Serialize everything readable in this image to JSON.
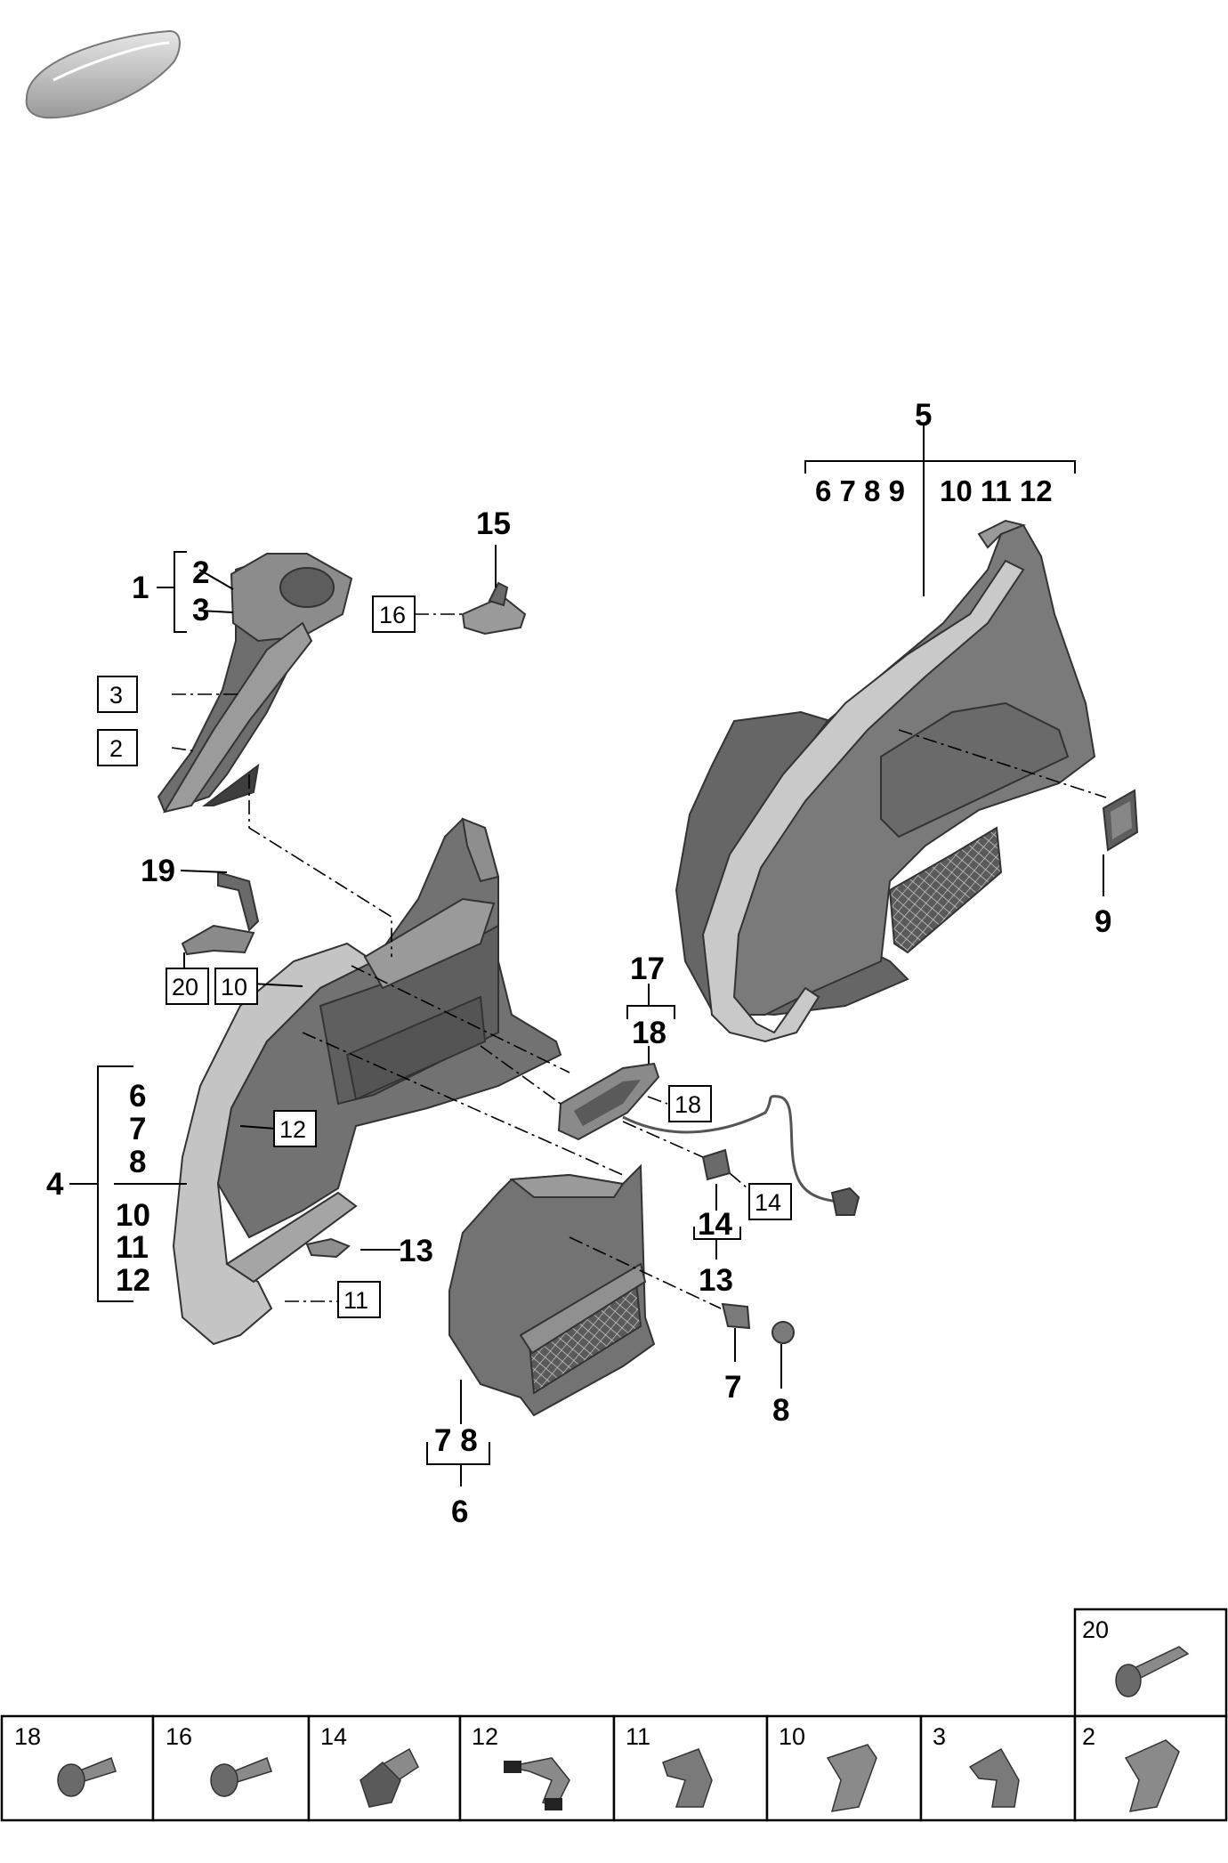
{
  "callouts": {
    "c1": "1",
    "c2": "2",
    "c3": "3",
    "b3": "3",
    "b2": "2",
    "c15": "15",
    "b16": "16",
    "c19": "19",
    "b20": "20",
    "b10": "10",
    "c4": "4",
    "g4_6": "6",
    "g4_7": "7",
    "g4_8": "8",
    "g4_10": "10",
    "g4_11": "11",
    "g4_12": "12",
    "b12": "12",
    "c13": "13",
    "b11": "11",
    "c5": "5",
    "g5_left": "6 7 8 9",
    "g5_right": "10 11 12",
    "c9": "9",
    "c17": "17",
    "c18": "18",
    "b18": "18",
    "b14": "14",
    "c14": "14",
    "c13b": "13",
    "c7": "7",
    "c8": "8",
    "g6_78": "7 8",
    "c6": "6"
  },
  "parts_table": {
    "top_cell": {
      "label": "20",
      "icon": "bolt-icon"
    },
    "cells": [
      {
        "label": "18",
        "icon": "bolt-icon"
      },
      {
        "label": "16",
        "icon": "bolt-icon"
      },
      {
        "label": "14",
        "icon": "expanding-nut-icon"
      },
      {
        "label": "12",
        "icon": "clip-icon"
      },
      {
        "label": "11",
        "icon": "clip-icon"
      },
      {
        "label": "10",
        "icon": "clip-icon"
      },
      {
        "label": "3",
        "icon": "clip-icon"
      },
      {
        "label": "2",
        "icon": "clip-icon"
      }
    ]
  },
  "colors": {
    "part_fill": "#7a7a7a",
    "part_dark": "#4d4d4d",
    "part_light": "#a8a8a8",
    "line": "#000000"
  }
}
